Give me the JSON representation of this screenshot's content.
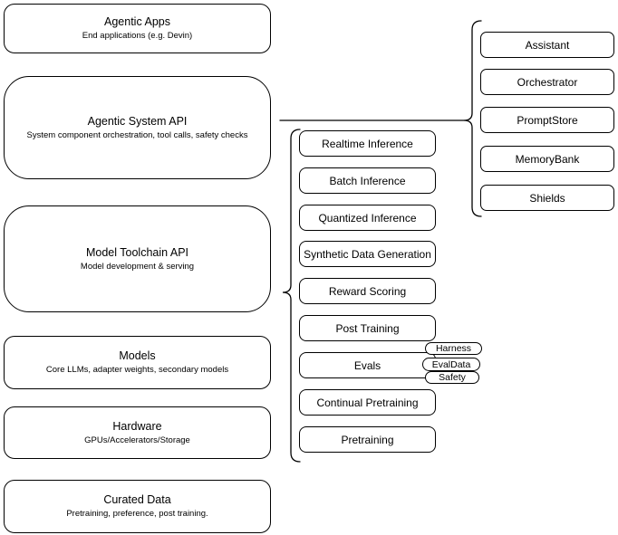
{
  "diagram": {
    "stack": [
      {
        "title": "Agentic Apps",
        "subtitle": "End applications (e.g. Devin)"
      },
      {
        "title": "Agentic System API",
        "subtitle": "System component orchestration, tool calls, safety checks"
      },
      {
        "title": "Model Toolchain API",
        "subtitle": "Model development & serving"
      },
      {
        "title": "Models",
        "subtitle": "Core LLMs, adapter weights, secondary models"
      },
      {
        "title": "Hardware",
        "subtitle": "GPUs/Accelerators/Storage"
      },
      {
        "title": "Curated Data",
        "subtitle": "Pretraining, preference, post training."
      }
    ],
    "toolchain_items": [
      "Realtime Inference",
      "Batch Inference",
      "Quantized Inference",
      "Synthetic Data Generation",
      "Reward Scoring",
      "Post Training",
      "Evals",
      "Continual Pretraining",
      "Pretraining"
    ],
    "evals_tags": [
      "Harness",
      "EvalData",
      "Safety"
    ],
    "system_components": [
      "Assistant",
      "Orchestrator",
      "PromptStore",
      "MemoryBank",
      "Shields"
    ],
    "colors": {
      "background": "#ffffff",
      "stroke": "#000000",
      "text": "#000000",
      "node_fill": "#ffffff"
    }
  }
}
